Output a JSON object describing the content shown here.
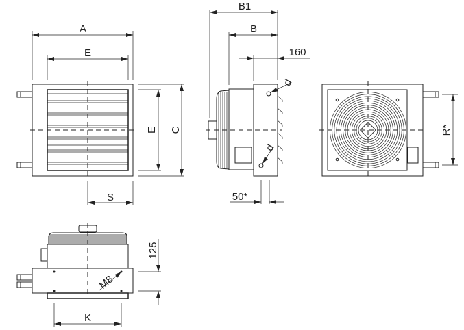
{
  "labels": {
    "A": "A",
    "E_horizontal": "E",
    "E_vertical": "E",
    "C": "C",
    "S": "S",
    "B1": "B1",
    "B": "B",
    "dim_160": "160",
    "d_top": "d",
    "d_bottom": "d",
    "dim_50": "50*",
    "R": "R*",
    "dim_125": "125",
    "M8": "M8",
    "K": "K"
  }
}
